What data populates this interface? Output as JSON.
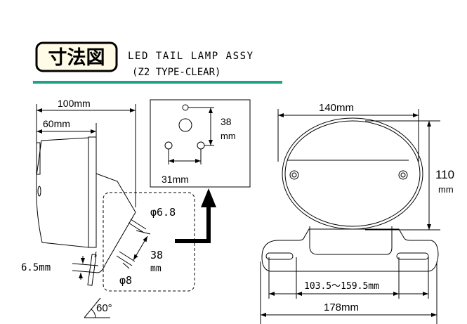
{
  "header": {
    "badge": "寸法図",
    "title": "LED  TAIL  LAMP  ASSY",
    "subtitle": "(Z2 TYPE-CLEAR)",
    "accent_color": "#1aa38a"
  },
  "side_view": {
    "overall_depth": "100mm",
    "body_depth": "60mm",
    "hole_small": "φ6.8",
    "hole_large": "φ8",
    "hole_spacing": "38",
    "hole_spacing_unit": "mm",
    "bracket_thickness": "6.5mm",
    "angle": "60°"
  },
  "mount_inset": {
    "vertical": "38",
    "vertical_unit": "mm",
    "horizontal": "31mm"
  },
  "front_view": {
    "width": "140mm",
    "height": "110",
    "height_unit": "mm",
    "slot_range": "103.5～159.5mm",
    "overall_width": "178mm"
  }
}
